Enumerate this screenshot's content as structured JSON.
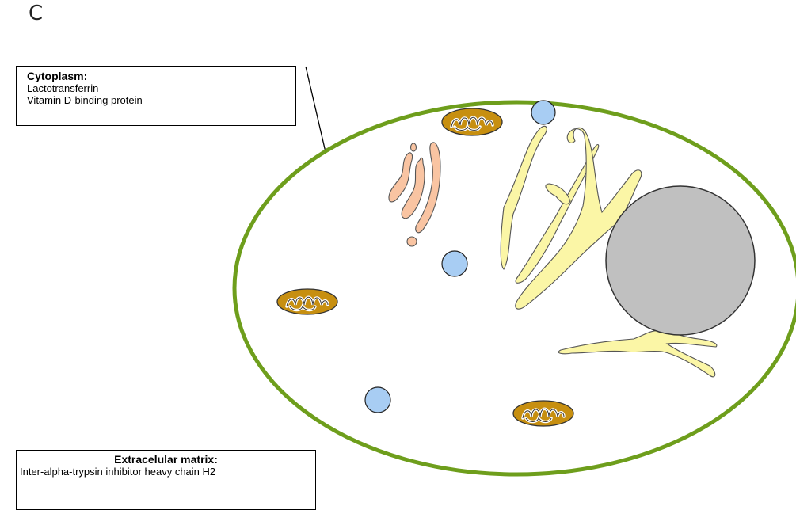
{
  "panel_label": "C",
  "callouts": {
    "cytoplasm": {
      "title": "Cytoplasm:",
      "items": [
        "Lactotransferrin",
        "Vitamin D-binding protein"
      ]
    },
    "extracellular_matrix": {
      "title": "Extracelular matrix:",
      "items": [
        "Inter-alpha-trypsin inhibitor heavy chain H2"
      ]
    }
  },
  "colors": {
    "membrane": "#6e9e1c",
    "nucleus": "#c0c0c0",
    "er": "#fbf6a6",
    "golgi": "#f9c4a2",
    "vesicle": "#a8cdf3",
    "mitochondria": "#c78f10"
  }
}
